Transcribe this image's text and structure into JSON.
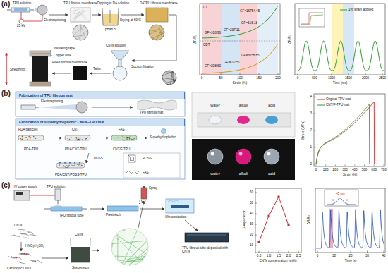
{
  "diagram": {
    "nodes": [
      {
        "text": [
          "Fabrication of TPU fibrous mat"
        ]
      },
      {
        "text": [
          "Fabrication of superhydrophobic CNT/F-TPU mat"
        ]
      }
    ],
    "labels": [
      "(a)",
      "TPU solution",
      "20 kV",
      "Electrospinning",
      "TPU fibrous membrane",
      "Dipping in DA solution",
      "pH=8.5",
      "Drying at 60°C",
      "DATPU fibrous membrane",
      "CNTs solution",
      "Suction filtration",
      "Tailor",
      "Fixed fibrous membrane",
      "Insulating tape",
      "Copper wire",
      "Stretching",
      "CT",
      "GF=108.96",
      "GF=237.11",
      "GF=616.18",
      "GF=16754.45",
      "CDT",
      "GF=208.60",
      "GF=612.51",
      "GF=3658.85",
      "ΔR/R₀",
      "0",
      "50",
      "100",
      "150",
      "200",
      "Strain (%)",
      "ΔR/R₀",
      "0",
      "500",
      "1000",
      "1500",
      "2000",
      "2500",
      "Time (ms)",
      "(b)",
      "Electrospinning",
      "TPU fibrous mat",
      "PDA particles",
      "CNT",
      "FAS",
      "PDA-TPU",
      "PDA/CNT-TPU",
      "CNT/F-TPU",
      "Superhydrophobic",
      "POSS",
      "PDA/CNT/POSS-TPU",
      "POSS",
      "FAS",
      "water",
      "alkali",
      "acid",
      "water",
      "alkali",
      "acid",
      "Stress (MPa)",
      "0",
      "1",
      "2",
      "3",
      "4",
      "0",
      "100",
      "200",
      "300",
      "400",
      "500",
      "600",
      "700",
      "Strain (%)",
      "(c)",
      "HV power supply",
      "TPU solution",
      "TPU fibrous tube",
      "Prestretch",
      "Spray",
      "Ultrasonication",
      "CNTs",
      "HNO₃/H₂SO₄",
      "Carboxylic CNTs",
      "CNTs",
      "Suspension",
      "TPU fibrous tube deposited with CNTs",
      "Gauge factor",
      "0.5",
      "1.0",
      "1.5",
      "2.0",
      "2.5",
      "10",
      "20",
      "30",
      "40",
      "50",
      "60",
      "CNTs concentration (wt%)",
      "ΔR/R₀",
      "0",
      "10",
      "20",
      "30",
      "40",
      "Time (s)",
      "45 ms"
    ],
    "legend": [
      {
        "text": "1% strain applied"
      },
      {
        "text": "Original TPU mat"
      },
      {
        "text": "CNT/F-TPU mat"
      }
    ]
  }
}
